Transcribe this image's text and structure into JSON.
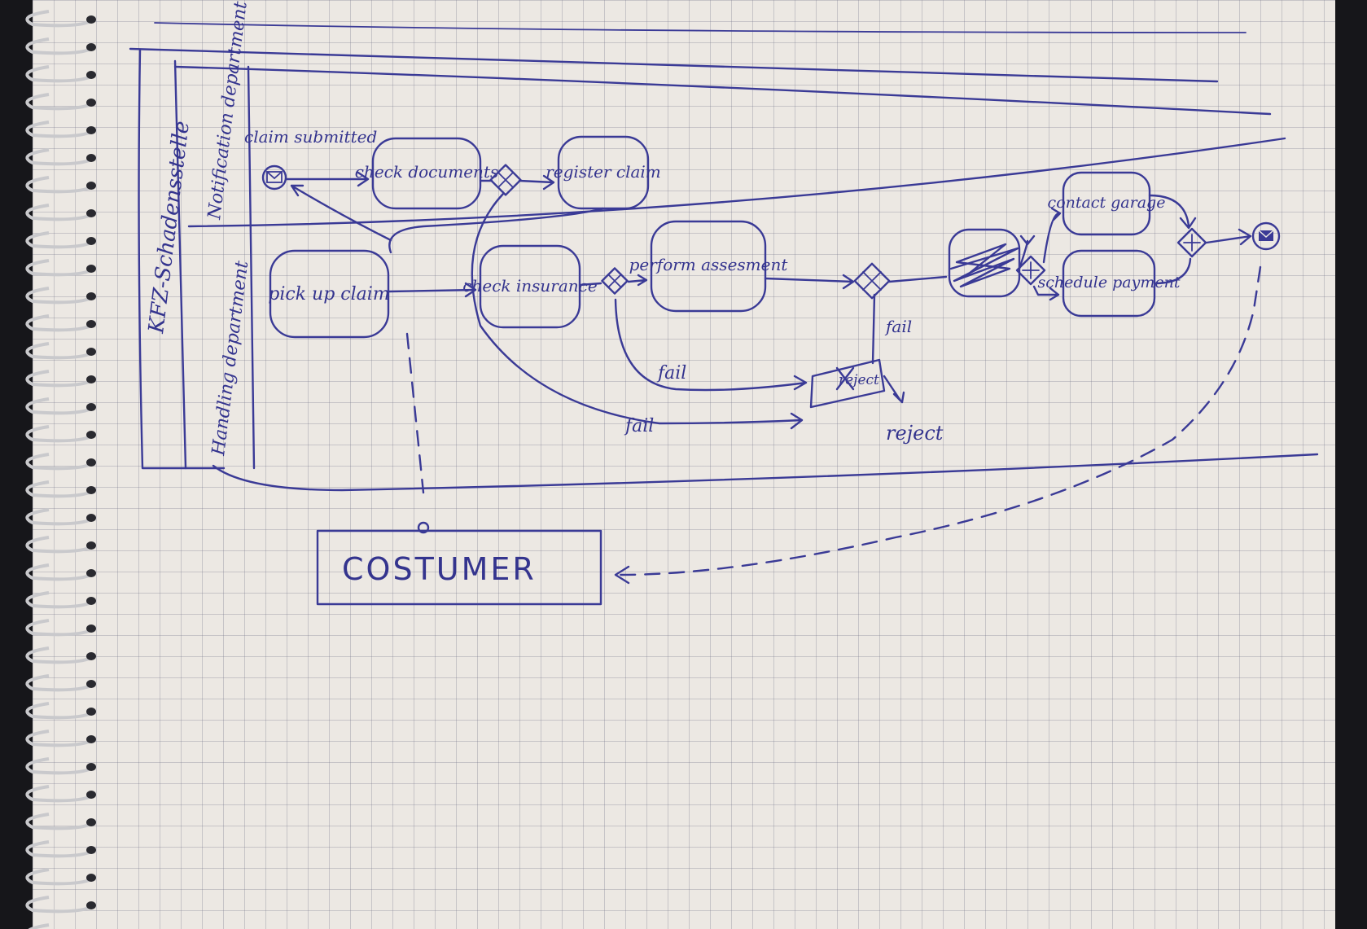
{
  "pool": {
    "label": "KFZ-Schadensstelle"
  },
  "lanes": [
    {
      "id": "notification",
      "label": "Notification department"
    },
    {
      "id": "handling",
      "label": "Handling department"
    }
  ],
  "events": {
    "start": {
      "label": "claim submitted",
      "icon": "envelope-icon"
    },
    "end": {
      "label": "",
      "icon": "envelope-filled-icon"
    }
  },
  "tasks": {
    "check_documents": "check documents",
    "register_claim": "register claim",
    "pick_up_claim": "pick up claim",
    "check_insurance": "check insurance",
    "perform_assessment": "perform assesment",
    "contact_garage": "contact garage",
    "schedule_payment": "schedule payment",
    "reject": "reject"
  },
  "flow_labels": {
    "fail_1": "fail",
    "fail_2": "fail",
    "fail_3": "fail",
    "reject_label": "reject"
  },
  "external": {
    "customer": "COSTUMER"
  },
  "colors": {
    "ink": "#3a3a96",
    "paper": "#ece8e3"
  }
}
